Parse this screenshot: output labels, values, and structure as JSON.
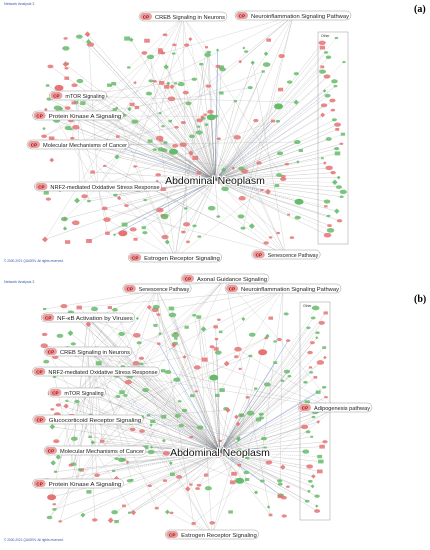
{
  "panels": [
    {
      "letter": "(a)",
      "header_text": "Network Analysis 3",
      "footer_text": "© 2000-2021 QIAGEN. All rights reserved.",
      "hub_label": "Abdominal Neoplasm",
      "cp_tag": "CP",
      "pathways": [
        {
          "id": "creb",
          "label": "CREB Signaling in Neurons"
        },
        {
          "id": "neuroinflammation",
          "label": "Neuroinflammation Signaling Pathway"
        },
        {
          "id": "mtor",
          "label": "mTOR Signaling"
        },
        {
          "id": "pka",
          "label": "Protein Kinase A Signaling"
        },
        {
          "id": "cancer",
          "label": "Molecular Mechanisms of Cancer"
        },
        {
          "id": "nrf2",
          "label": "NRF2-mediated Oxidative Stress Response"
        },
        {
          "id": "estrogen",
          "label": "Estrogen Receptor Signaling"
        },
        {
          "id": "senescence",
          "label": "Senescence Pathway"
        }
      ],
      "box_label": "Other"
    },
    {
      "letter": "(b)",
      "header_text": "Network Analysis 3",
      "footer_text": "© 2000-2021 QIAGEN. All rights reserved.",
      "hub_label": "Abdominal Neoplasm",
      "cp_tag": "CP",
      "pathways": [
        {
          "id": "axonal",
          "label": "Axonal Guidance Signaling"
        },
        {
          "id": "senescence",
          "label": "Senescence Pathway"
        },
        {
          "id": "neuroinflammation",
          "label": "Neuroinflammation Signaling Pathway"
        },
        {
          "id": "nfkb",
          "label": "NF-κB Activation by Viruses"
        },
        {
          "id": "creb",
          "label": "CREB Signaling in Neurons"
        },
        {
          "id": "nrf2",
          "label": "NRF2-mediated Oxidative Stress Response"
        },
        {
          "id": "mtor",
          "label": "mTOR Signaling"
        },
        {
          "id": "glucocorticoid",
          "label": "Glucocorticoid Receptor Signaling"
        },
        {
          "id": "cancer",
          "label": "Molecular Mechanisms of Cancer"
        },
        {
          "id": "adipogenesis",
          "label": "Adipogenesis pathway"
        },
        {
          "id": "pka",
          "label": "Protein Kinase A Signaling"
        },
        {
          "id": "estrogen",
          "label": "Estrogen Receptor Signaling"
        }
      ],
      "box_label": "Other"
    }
  ],
  "colors": {
    "upregulated": "#e57373",
    "downregulated": "#66bb6a",
    "cp_tag_fill": "#e8a0a0",
    "cp_tag_text": "#b00000",
    "edge": "#666666",
    "edge_blue": "#3b6fd6",
    "hub_text": "#111111"
  }
}
